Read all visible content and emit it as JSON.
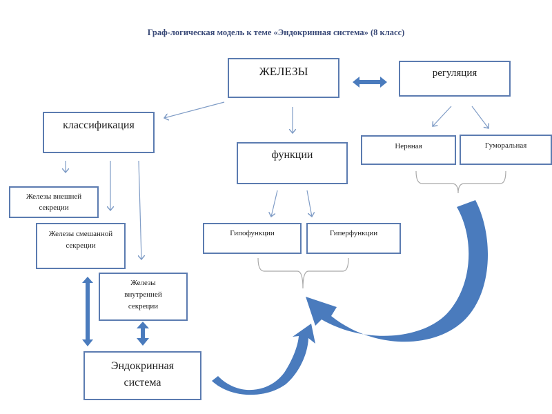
{
  "title": "Граф-логическая модель к теме  «Эндокринная система» (8 класс)",
  "colors": {
    "box_border": "#5b7bb0",
    "thin_arrow": "#7f9cc6",
    "thick_arrow": "#4a7bbd",
    "title_text": "#3a4a78",
    "brace": "#a9a9a9"
  },
  "nodes": {
    "glands": {
      "label": "ЖЕЛЕЗЫ"
    },
    "regulation": {
      "label": "регуляция"
    },
    "classification": {
      "label": "классификация"
    },
    "functions": {
      "label": "функции"
    },
    "nervous": {
      "label": "Нервная"
    },
    "humoral": {
      "label": "Гуморальная"
    },
    "external": {
      "line1": "Железы внешней",
      "line2": "секреции"
    },
    "mixed": {
      "line1": "Железы смешанной",
      "line2": "секреции"
    },
    "hypo": {
      "label": "Гипофункции"
    },
    "hyper": {
      "label": "Гиперфункции"
    },
    "internal": {
      "line1": "Железы",
      "line2": "внутренней",
      "line3": "секреции"
    },
    "endocrine": {
      "line1": "Эндокринная",
      "line2": "система"
    }
  },
  "edges": [
    {
      "from": "glands",
      "to": "classification",
      "type": "thin-arrow"
    },
    {
      "from": "glands",
      "to": "functions",
      "type": "thin-arrow"
    },
    {
      "from": "glands",
      "to": "regulation",
      "type": "thick-double-arrow"
    },
    {
      "from": "regulation",
      "to": "nervous",
      "type": "thin-arrow"
    },
    {
      "from": "regulation",
      "to": "humoral",
      "type": "thin-arrow"
    },
    {
      "from": "classification",
      "to": "external",
      "type": "thin-arrow"
    },
    {
      "from": "classification",
      "to": "mixed",
      "type": "thin-arrow"
    },
    {
      "from": "classification",
      "to": "internal",
      "type": "thin-arrow"
    },
    {
      "from": "functions",
      "to": "hypo",
      "type": "thin-arrow"
    },
    {
      "from": "functions",
      "to": "hyper",
      "type": "thin-arrow"
    },
    {
      "from": "mixed",
      "to": "endocrine",
      "type": "thick-double-arrow"
    },
    {
      "from": "internal",
      "to": "endocrine",
      "type": "thick-double-arrow"
    },
    {
      "from": "regulation-brace",
      "to": "functions-brace",
      "type": "curved-arrow"
    },
    {
      "from": "endocrine",
      "to": "functions-brace",
      "type": "curved-arrow"
    }
  ]
}
